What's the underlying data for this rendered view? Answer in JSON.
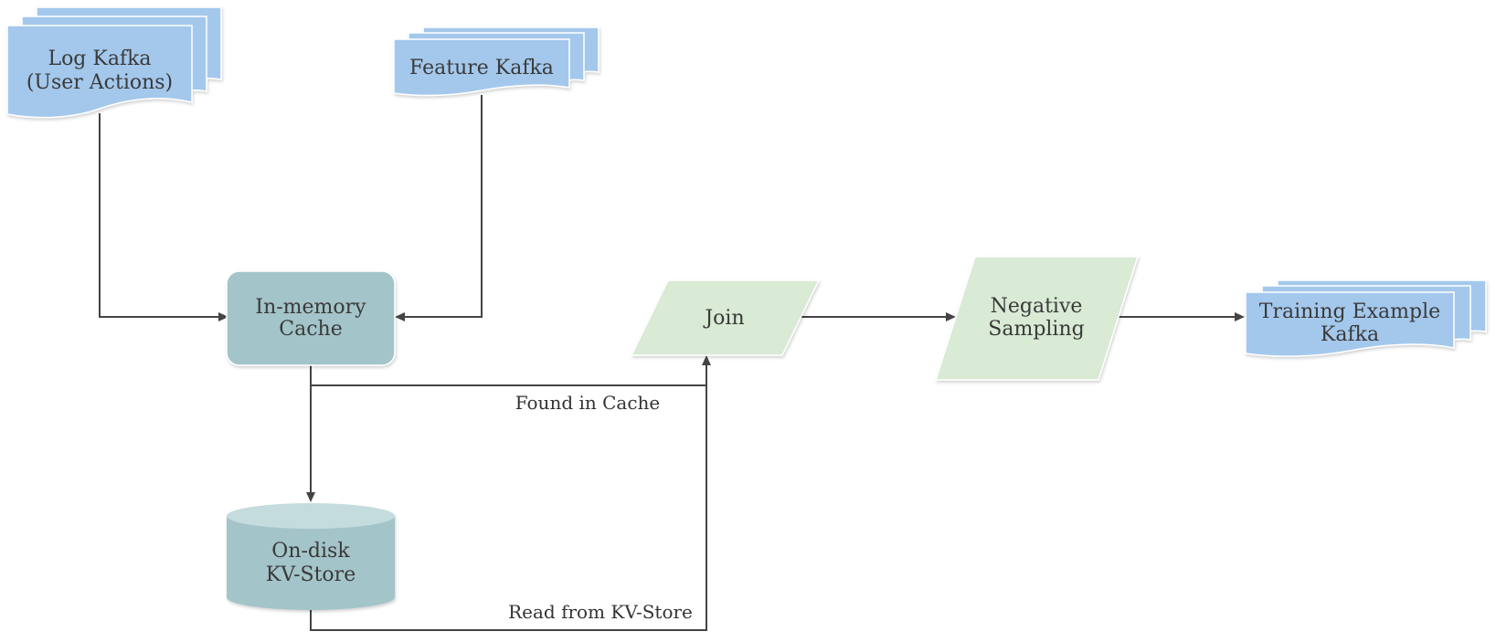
{
  "nodes": {
    "log_kafka": {
      "line1": "Log Kafka",
      "line2": "(User Actions)",
      "shape": "multi-document",
      "color": "#a4c8ec"
    },
    "feature_kafka": {
      "line1": "Feature Kafka",
      "shape": "multi-document",
      "color": "#a4c8ec"
    },
    "in_memory_cache": {
      "line1": "In-memory",
      "line2": "Cache",
      "shape": "rounded-rectangle",
      "color": "#a3c4c8"
    },
    "on_disk_kv_store": {
      "line1": "On-disk",
      "line2": "KV-Store",
      "shape": "cylinder",
      "color": "#a3c4c8",
      "top_color": "#c4dcde"
    },
    "join": {
      "line1": "Join",
      "shape": "parallelogram",
      "color": "#d9ead5"
    },
    "negative_sampling": {
      "line1": "Negative",
      "line2": "Sampling",
      "shape": "parallelogram",
      "color": "#d9ead5"
    },
    "training_example_kafka": {
      "line1": "Training Example",
      "line2": "Kafka",
      "shape": "multi-document",
      "color": "#a4c8ec"
    }
  },
  "edges": [
    {
      "from": "log_kafka",
      "to": "in_memory_cache",
      "label": ""
    },
    {
      "from": "feature_kafka",
      "to": "in_memory_cache",
      "label": ""
    },
    {
      "from": "in_memory_cache",
      "to": "join",
      "label": "Found in Cache"
    },
    {
      "from": "in_memory_cache",
      "to": "on_disk_kv_store",
      "label": ""
    },
    {
      "from": "on_disk_kv_store",
      "to": "join",
      "label": "Read from KV-Store"
    },
    {
      "from": "join",
      "to": "negative_sampling",
      "label": ""
    },
    {
      "from": "negative_sampling",
      "to": "training_example_kafka",
      "label": ""
    }
  ],
  "labels": {
    "found_in_cache": "Found in Cache",
    "read_from_kv_store": "Read from KV-Store"
  },
  "colors": {
    "kafka_fill": "#a4c8ec",
    "store_fill": "#a3c4c8",
    "process_fill": "#d9ead5",
    "edge_color": "#444444"
  }
}
